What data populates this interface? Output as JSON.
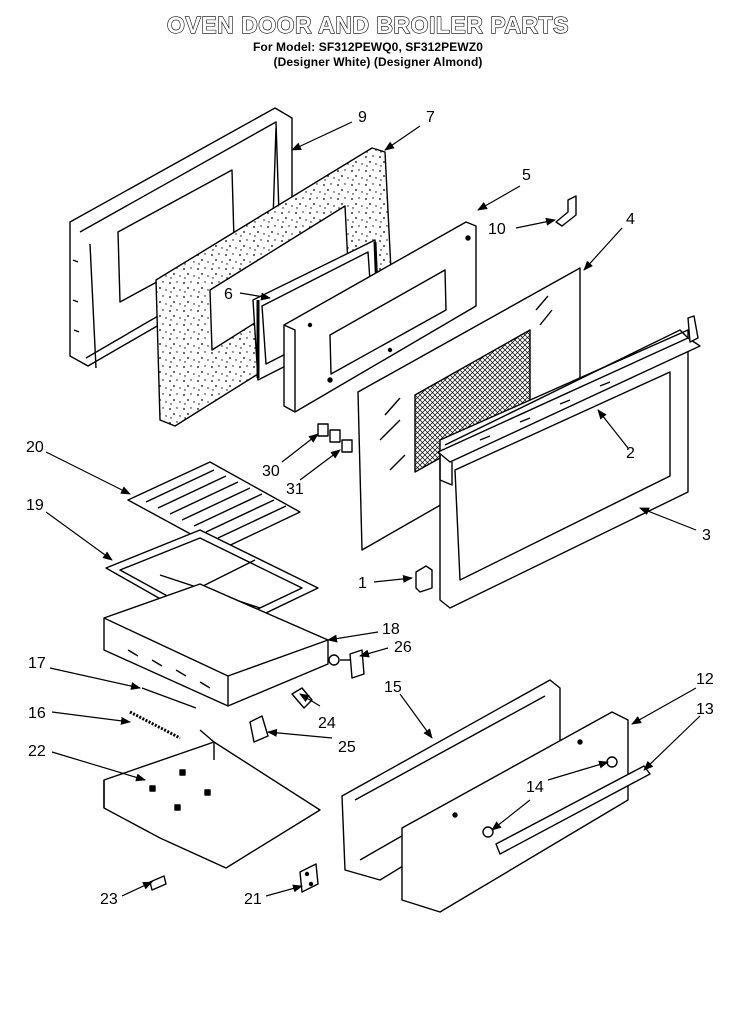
{
  "header": {
    "title": "OVEN DOOR AND BROILER PARTS",
    "models_line": "For Model: SF312PEWQ0, SF312PEWZ0",
    "colors_line": "(Designer White) (Designer Almond)"
  },
  "callouts": {
    "c1": "1",
    "c2": "2",
    "c3": "3",
    "c4": "4",
    "c5": "5",
    "c6": "6",
    "c7": "7",
    "c9": "9",
    "c10": "10",
    "c12": "12",
    "c13": "13",
    "c14": "14",
    "c15": "15",
    "c16": "16",
    "c17": "17",
    "c18": "18",
    "c19": "19",
    "c20": "20",
    "c21": "21",
    "c22": "22",
    "c23": "23",
    "c24": "24",
    "c25": "25",
    "c26": "26",
    "c30": "30",
    "c31": "31"
  }
}
